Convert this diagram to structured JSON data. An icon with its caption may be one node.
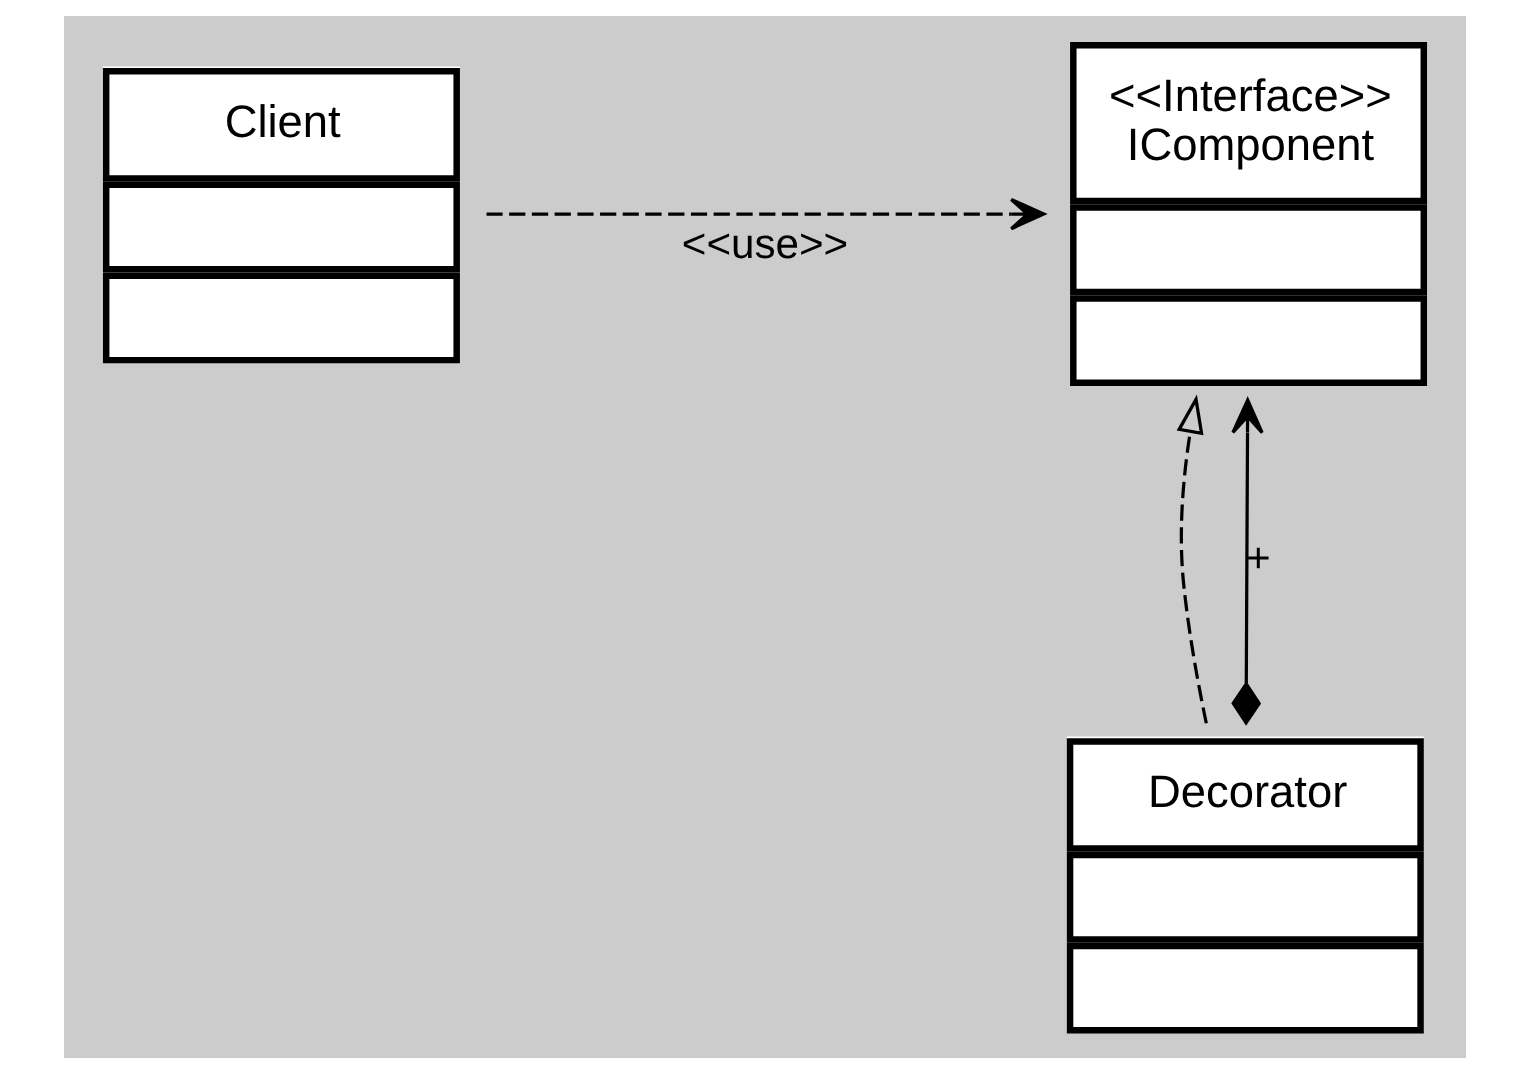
{
  "diagram": {
    "nodes": [
      {
        "text": [
          "Client"
        ]
      },
      {
        "text": [
          "<<Interface>>",
          "IComponent"
        ]
      },
      {
        "text": [
          "Decorator"
        ]
      }
    ],
    "edges": [
      {
        "from": 0,
        "to": 1,
        "arrow": "to",
        "label": "<<use>>",
        "style": "dashed"
      },
      {
        "from": 2,
        "to": 1,
        "arrow": "to",
        "style": "dashed"
      },
      {
        "from": 2,
        "to": 1,
        "arrow": "to",
        "label": "+"
      }
    ]
  }
}
